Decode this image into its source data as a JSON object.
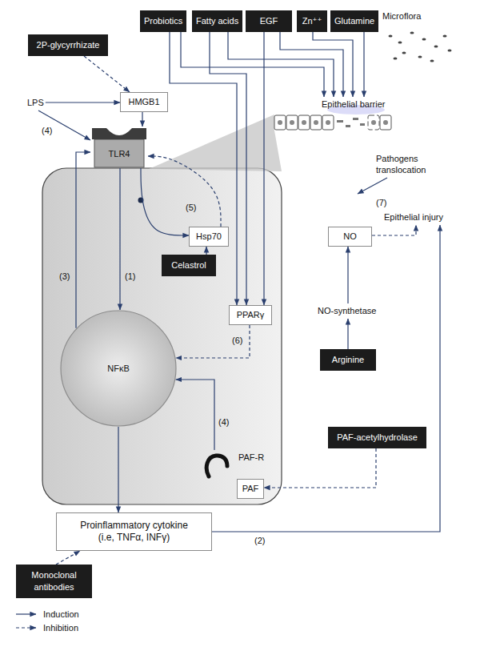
{
  "diagram": {
    "nodes": [
      {
        "text": [
          "Probiotics"
        ]
      },
      {
        "text": [
          "Fatty acids"
        ]
      },
      {
        "text": [
          "EGF"
        ]
      },
      {
        "text": [
          "Zn⁺⁺"
        ]
      },
      {
        "text": [
          "Glutamine"
        ]
      },
      {
        "text": [
          "2P-glycyrrhizate"
        ]
      },
      {
        "text": [
          "HMGB1"
        ]
      },
      {
        "text": [
          "LPS"
        ]
      },
      {
        "text": [
          "Epithelial barrier"
        ]
      },
      {
        "text": [
          "TLR4"
        ]
      },
      {
        "text": [
          "Epithelial injury"
        ]
      },
      {
        "text": [
          "Hsp70"
        ]
      },
      {
        "text": [
          "NO"
        ]
      },
      {
        "text": [
          "Celastrol"
        ]
      },
      {
        "text": [
          "PPARγ"
        ]
      },
      {
        "text": [
          "NO-synthetase"
        ]
      },
      {
        "text": [
          "NFκB"
        ]
      },
      {
        "text": [
          "Arginine"
        ]
      },
      {
        "text": [
          "PAF-acetylhydrolase"
        ]
      },
      {
        "text": [
          "PAF-R"
        ]
      },
      {
        "text": [
          "PAF"
        ]
      },
      {
        "text": [
          "Proinflammatory cytokine (i.e, TNFα, INFγ)"
        ]
      },
      {
        "text": [
          "Monoclonal antibodies"
        ]
      }
    ],
    "edges": [
      {
        "from": 5,
        "to": 6,
        "arrow": "to"
      },
      {
        "from": 7,
        "to": 6,
        "arrow": "to"
      },
      {
        "from": 7,
        "to": 9,
        "label": "(4)",
        "arrow": "to"
      },
      {
        "from": 6,
        "to": 9,
        "arrow": "to"
      },
      {
        "from": 0,
        "to": 14,
        "arrow": "to"
      },
      {
        "from": 0,
        "to": 8,
        "arrow": "to"
      },
      {
        "from": 1,
        "to": 8,
        "arrow": "to"
      },
      {
        "from": 1,
        "to": 14,
        "arrow": "to"
      },
      {
        "from": 2,
        "to": 8,
        "arrow": "to"
      },
      {
        "from": 2,
        "to": 14,
        "arrow": "to"
      },
      {
        "from": 3,
        "to": 8,
        "arrow": "to"
      },
      {
        "from": 4,
        "to": 8,
        "arrow": "to"
      },
      {
        "from": 9,
        "to": 16,
        "label": "(1)",
        "arrow": "to"
      },
      {
        "from": 16,
        "to": 9,
        "label": "(3)",
        "arrow": "to"
      },
      {
        "from": 9,
        "to": 11,
        "arrow": "to"
      },
      {
        "from": 11,
        "to": 9,
        "label": "(5)",
        "arrow": "to"
      },
      {
        "from": 13,
        "to": 11,
        "arrow": "to"
      },
      {
        "from": 14,
        "to": 16,
        "label": "(6)",
        "arrow": "to"
      },
      {
        "from": 19,
        "to": 16,
        "label": "(4)",
        "arrow": "to"
      },
      {
        "from": 18,
        "to": 20,
        "arrow": "to"
      },
      {
        "from": 16,
        "to": 21,
        "arrow": "to"
      },
      {
        "from": 21,
        "to": 10,
        "label": "(2)",
        "arrow": "to"
      },
      {
        "from": 22,
        "to": 21,
        "arrow": "to"
      },
      {
        "from": 17,
        "to": 15,
        "arrow": "to"
      },
      {
        "from": 15,
        "to": 12,
        "arrow": "to"
      },
      {
        "from": 12,
        "to": 10,
        "label": "(7)",
        "arrow": "to"
      }
    ],
    "labels": [
      "Microflora",
      "Pathogens translocation"
    ],
    "legend": [
      {
        "text": "Induction"
      },
      {
        "text": "Inhibition"
      }
    ]
  }
}
